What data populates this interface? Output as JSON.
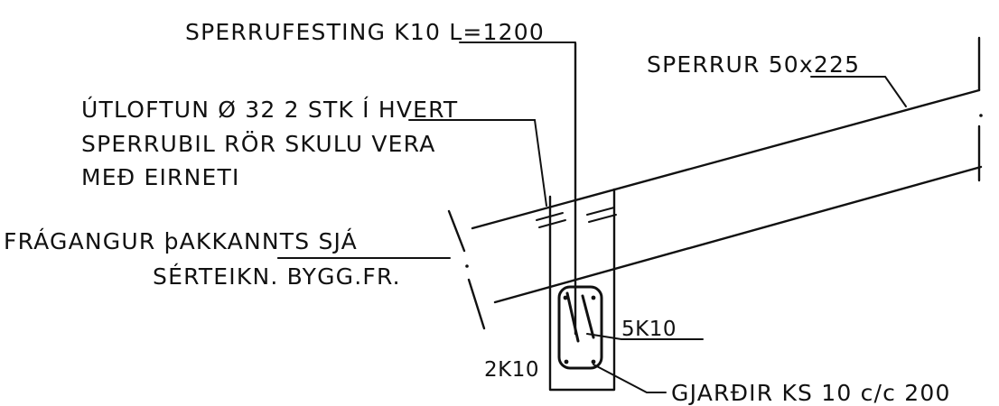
{
  "labels": {
    "sperrufesting": "SPERRUFESTING K10 L=1200",
    "sperrur": "SPERRUR 50x225",
    "utloftun_1": "ÚTLOFTUN Ø 32 2 STK Í HVERT",
    "utloftun_2": "SPERRUBIL RÖR SKULU VERA",
    "utloftun_3": "MEÐ EIRNETI",
    "fragangur_1": "FRÁGANGUR þAKKANNTS SJÁ",
    "fragangur_2": "SÉRTEIKN. BYGG.FR.",
    "rebar_top": "5K10",
    "rebar_bottom": "2K10",
    "stirrups": "GJARÐIR KS 10 c/c 200"
  },
  "colors": {
    "ink": "#111111",
    "paper": "#ffffff"
  }
}
